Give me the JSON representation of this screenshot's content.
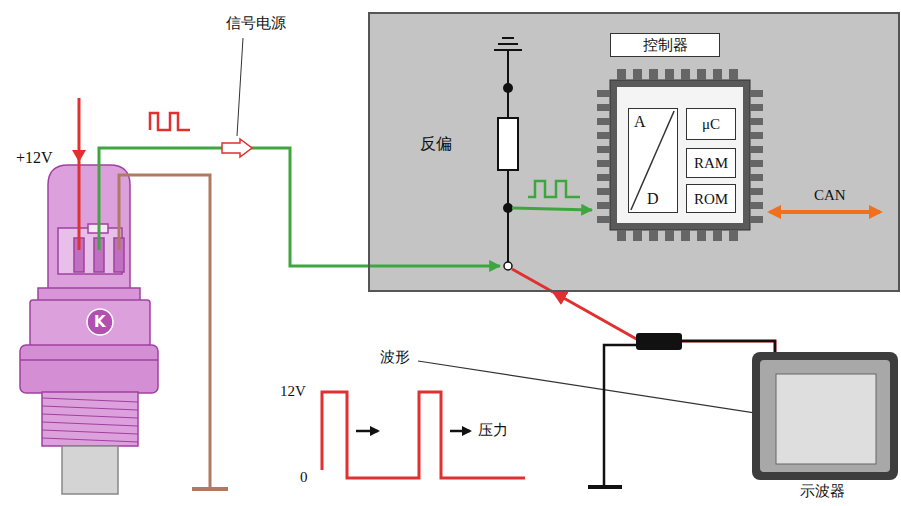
{
  "diagram": {
    "nodes": [
      {
        "text": [
          "反偏"
        ]
      },
      {
        "text": [
          "控制器"
        ],
        "in": 0
      },
      {
        "text": [
          "A",
          "D"
        ],
        "in": 1
      },
      {
        "text": [
          "μC"
        ],
        "in": 1
      },
      {
        "text": [
          "RAM"
        ],
        "in": 1
      },
      {
        "text": [
          "ROM"
        ],
        "in": 1
      },
      {
        "text": [
          "示波器"
        ]
      }
    ],
    "edges": [
      {
        "from": 6,
        "to": 0,
        "arrow": "to"
      }
    ],
    "labels": [
      "+12V",
      "信号电源",
      "CAN",
      "波形",
      "12V",
      "0",
      "压力",
      "K"
    ]
  }
}
